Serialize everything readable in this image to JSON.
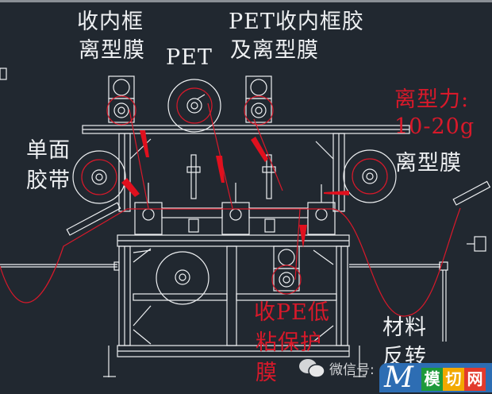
{
  "diagram": {
    "title": "Die-cutting machine material path diagram",
    "labels": {
      "top_left": [
        "收内框",
        "离型膜"
      ],
      "top_center": "PET",
      "top_right": [
        "PET收内框胶",
        "及离型膜"
      ],
      "release_force": [
        "离型力:",
        "10-20g"
      ],
      "right_release_film": "离型膜",
      "left_tape": [
        "单面",
        "胶带"
      ],
      "bottom_red": [
        "收PE低",
        "粘保护",
        "膜"
      ],
      "bottom_right": [
        "材料",
        "反转"
      ]
    },
    "colors": {
      "background": "#212830",
      "line": "#eef0f2",
      "accent": "#d8192a"
    }
  },
  "watermark": {
    "wechat_label": "微信号:",
    "logo_letter": "M",
    "logo_chars": [
      "模",
      "切",
      "网"
    ],
    "logo_colors": [
      "#1e9a3a",
      "#f2a900",
      "#e23a2c"
    ]
  }
}
